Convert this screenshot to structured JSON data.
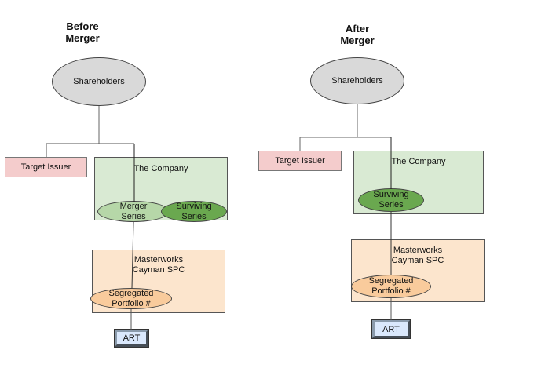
{
  "colors": {
    "shareholders_fill": "#d9d9d9",
    "target_fill": "#f4cccc",
    "company_fill": "#d9ead3",
    "merger_series_fill": "#b6d7a8",
    "surviving_series_fill": "#6aa84f",
    "spc_fill": "#fce5cd",
    "portfolio_fill": "#f9cb9c",
    "art_fill": "#dae8fc"
  },
  "before": {
    "title_line1": "Before",
    "title_line2": "Merger",
    "shareholders": "Shareholders",
    "target_issuer": "Target Issuer",
    "company": "The Company",
    "merger_series_line1": "Merger",
    "merger_series_line2": "Series",
    "surviving_series_line1": "Surviving",
    "surviving_series_line2": "Series",
    "spc_line1": "Masterworks",
    "spc_line2": "Cayman SPC",
    "portfolio_line1": "Segregated",
    "portfolio_line2": "Portfolio #",
    "art": "ART"
  },
  "after": {
    "title_line1": "After",
    "title_line2": "Merger",
    "shareholders": "Shareholders",
    "target_issuer": "Target Issuer",
    "company": "The Company",
    "surviving_series_line1": "Surviving",
    "surviving_series_line2": "Series",
    "spc_line1": "Masterworks",
    "spc_line2": "Cayman SPC",
    "portfolio_line1": "Segregated",
    "portfolio_line2": "Portfolio #",
    "art": "ART"
  }
}
